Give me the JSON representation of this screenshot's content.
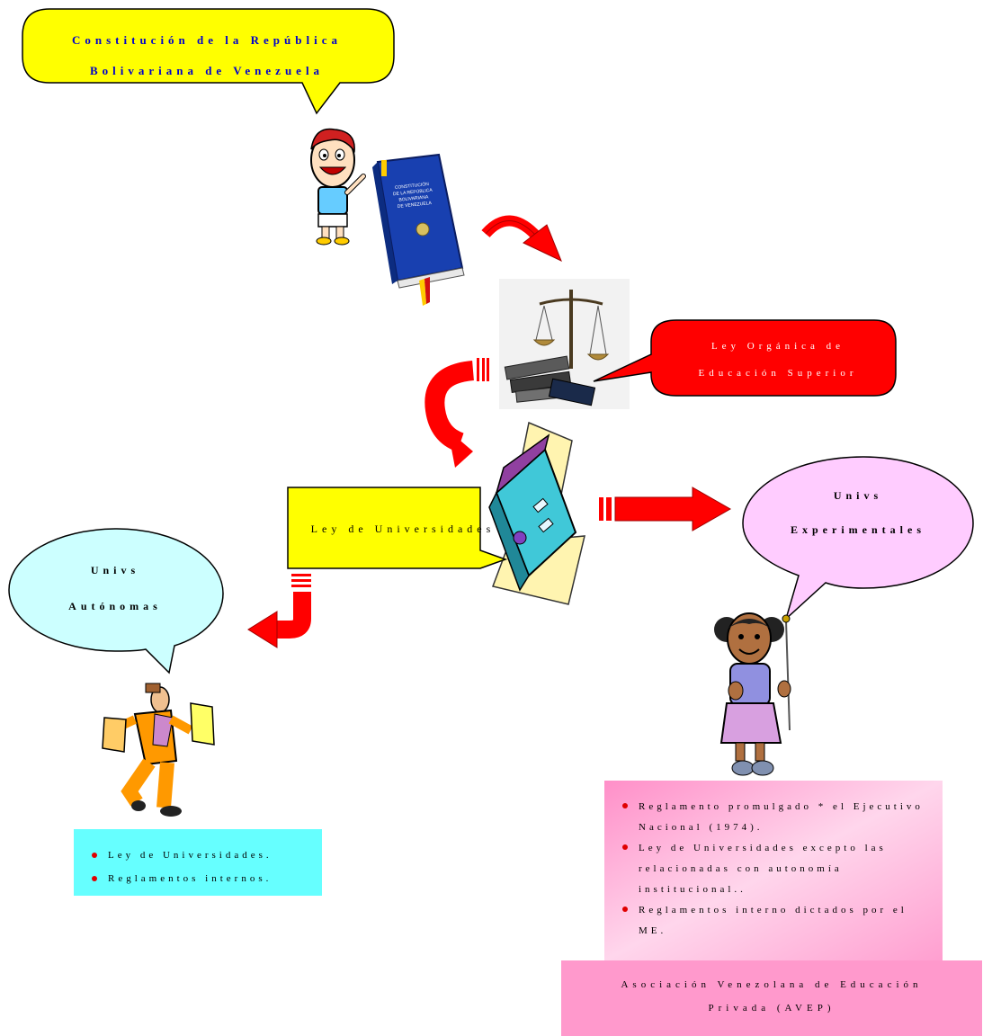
{
  "bubbles": {
    "constitucion": {
      "line1": "Constitución de la República",
      "line2": "Bolivariana de Venezuela"
    },
    "ley_organica": {
      "line1": "Ley Orgánica de",
      "line2": "Educación Superior"
    },
    "ley_universidades": {
      "label": "Ley de Universidades"
    },
    "autonomas": {
      "line1": "Univs",
      "line2": "Autónomas"
    },
    "experimentales": {
      "line1": "Univs",
      "line2": "Experimentales"
    }
  },
  "book": {
    "title_lines": [
      "CONSTITUCIÓN",
      "DE LA REPÚBLICA",
      "BOLIVARIANA",
      "DE VENEZUELA"
    ]
  },
  "autonomas_box": {
    "items": [
      "Ley de Universidades.",
      "Reglamentos internos."
    ]
  },
  "experimentales_box": {
    "items": [
      "Reglamento promulgado * el Ejecutivo Nacional (1974).",
      "Ley de Universidades excepto las relacionadas con autonomía institucional..",
      "Reglamentos interno dictados por el ME."
    ]
  },
  "avep_box": {
    "line1": "Asociación Venezolana de Educación",
    "line2": "Privada (AVEP)"
  },
  "colors": {
    "yellow": "#ffff00",
    "red": "#ff0000",
    "pink_bubble": "#ffccff",
    "cyan_bubble": "#ccffff",
    "cyan_box": "#66ffff",
    "pink_box": "#ff99cc",
    "blue_text": "#0000cc"
  }
}
